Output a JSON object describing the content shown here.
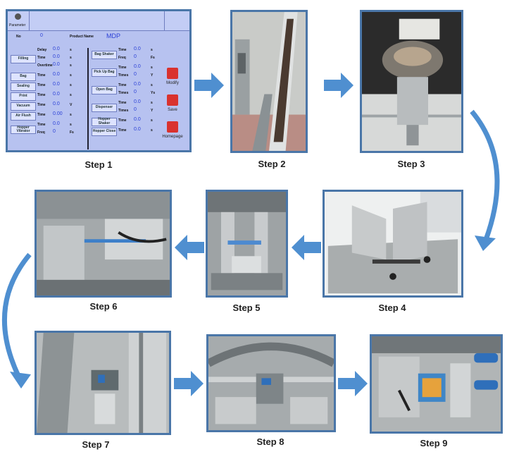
{
  "steps": [
    {
      "label": "Step 1",
      "photo": "hmi-parameter-screen"
    },
    {
      "label": "Step 2",
      "photo": "incline-bucket-conveyor"
    },
    {
      "label": "Step 3",
      "photo": "multihead-weigher"
    },
    {
      "label": "Step 4",
      "photo": "bag-forming-collar"
    },
    {
      "label": "Step 5",
      "photo": "vertical-sealing-jaws"
    },
    {
      "label": "Step 6",
      "photo": "horizontal-sealing-assembly"
    },
    {
      "label": "Step 7",
      "photo": "film-tube-sealing"
    },
    {
      "label": "Step 8",
      "photo": "bag-cutting-unit"
    },
    {
      "label": "Step 9",
      "photo": "finished-bag-discharge"
    }
  ],
  "hmi": {
    "header_button": "Parameter",
    "no_label": "No",
    "no_value": "0",
    "product_name_label": "Product Name",
    "product_name_value": "MDP",
    "left_rows": [
      {
        "button": "Filling",
        "fields": [
          [
            "Delay",
            "0.0",
            "s"
          ],
          [
            "Time",
            "0.0",
            "s"
          ],
          [
            "Overtime",
            "0.0",
            "s"
          ]
        ]
      },
      {
        "button": "Bag",
        "fields": [
          [
            "Time",
            "0.0",
            "s"
          ]
        ]
      },
      {
        "button": "Sealing",
        "fields": [
          [
            "Time",
            "0.0",
            "s"
          ]
        ]
      },
      {
        "button": "Print",
        "fields": [
          [
            "Time",
            "0.0",
            "s"
          ]
        ]
      },
      {
        "button": "Vacuum",
        "fields": [
          [
            "Time",
            "0.0",
            "V"
          ]
        ]
      },
      {
        "button": "Air Flush",
        "fields": [
          [
            "Time",
            "0.00",
            "s"
          ]
        ]
      },
      {
        "button": "Hopper Vibrator",
        "fields": [
          [
            "Time",
            "0.0",
            "s"
          ],
          [
            "Freq",
            "0",
            "Fs"
          ]
        ]
      }
    ],
    "right_rows": [
      {
        "button": "Bag Shaker",
        "fields": [
          [
            "Time",
            "0.0",
            "s"
          ],
          [
            "Freq",
            "0",
            "Fs"
          ]
        ]
      },
      {
        "button": "Pick Up Bag",
        "fields": [
          [
            "Time",
            "0.0",
            "s"
          ],
          [
            "Times",
            "0",
            "Y"
          ]
        ]
      },
      {
        "button": "Open Bag",
        "fields": [
          [
            "Time",
            "0.0",
            "s"
          ],
          [
            "Times",
            "0",
            "Ys"
          ]
        ]
      },
      {
        "button": "Dispenser",
        "fields": [
          [
            "Time",
            "0.0",
            "s"
          ],
          [
            "Times",
            "0",
            "Y"
          ]
        ]
      },
      {
        "button": "Hopper Shaker",
        "fields": [
          [
            "Time",
            "0.0",
            "s"
          ]
        ]
      },
      {
        "button": "Hopper Close",
        "fields": [
          [
            "Time",
            "0.0",
            "s"
          ]
        ]
      }
    ],
    "side_buttons": [
      "Modify",
      "Save",
      "Homepage"
    ]
  },
  "colors": {
    "frame": "#4a76a8",
    "arrow": "#4f8fd0",
    "hmi_bg": "#b7c2f0",
    "hmi_value": "#2a3fd6",
    "hmi_icon": "#d9322e"
  }
}
